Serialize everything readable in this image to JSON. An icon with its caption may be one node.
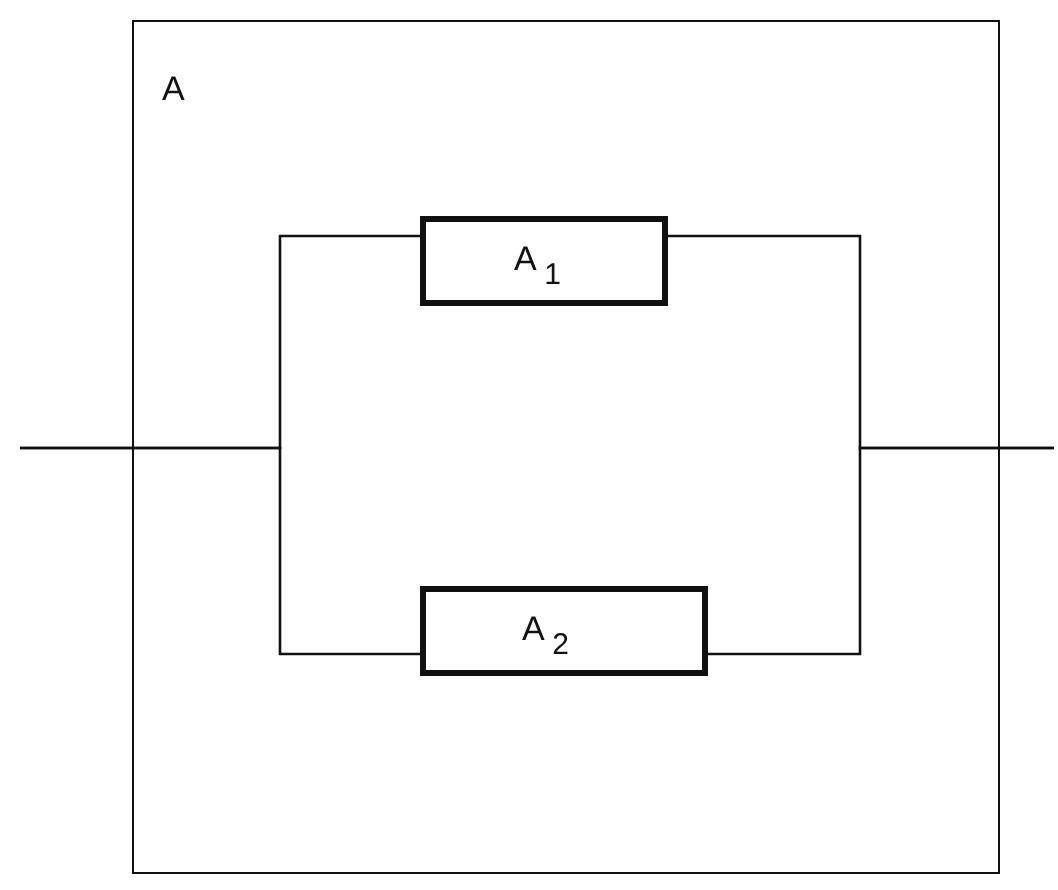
{
  "diagram": {
    "nodes": [
      {
        "text": [
          "A"
        ]
      },
      {
        "text": [
          "A $_{1}$"
        ],
        "in": 0
      },
      {
        "text": [
          "A $_{2}$"
        ],
        "in": 0
      }
    ],
    "edges": [
      {
        "from": null,
        "to": 1,
        "arrow": "none"
      },
      {
        "from": null,
        "to": 2,
        "arrow": "none"
      },
      {
        "from": 1,
        "to": null,
        "arrow": "none"
      },
      {
        "from": 2,
        "to": null,
        "arrow": "none"
      }
    ]
  }
}
